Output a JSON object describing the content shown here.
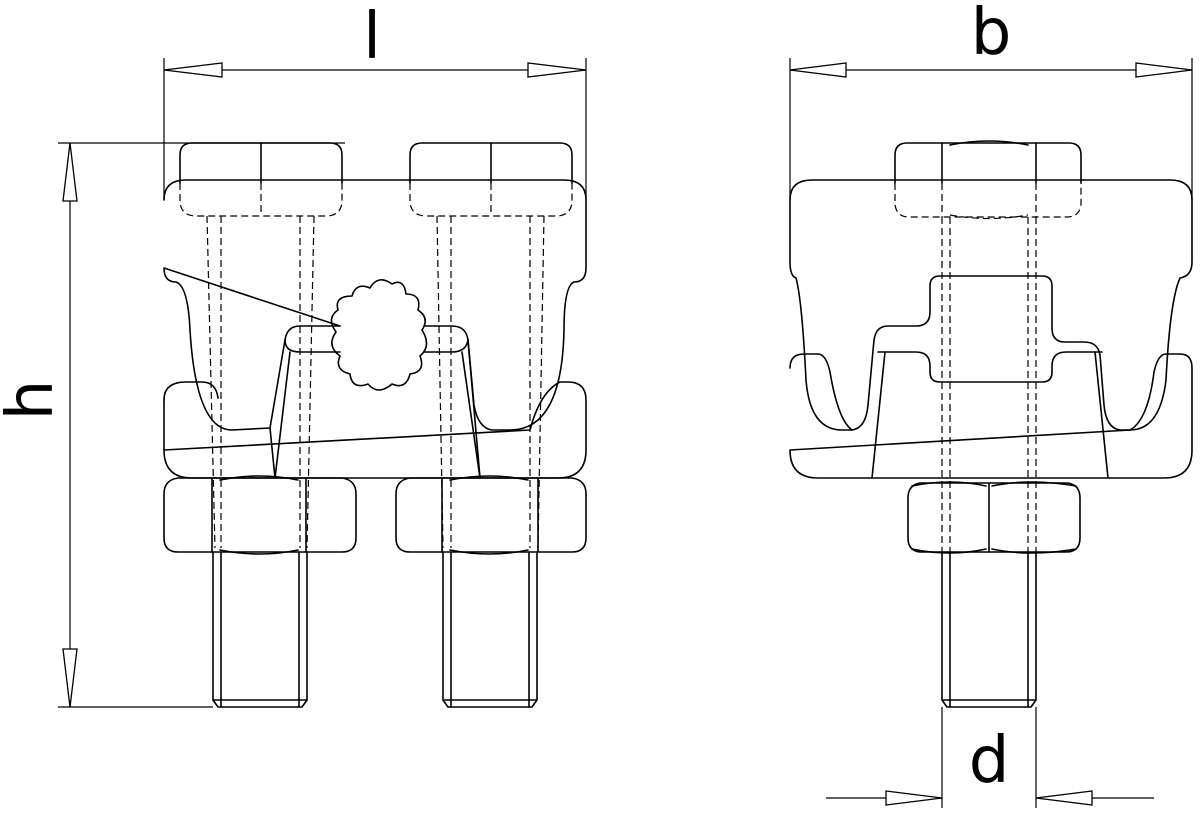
{
  "dimensions": {
    "l": "l",
    "b": "b",
    "h": "h",
    "d": "d"
  },
  "colors": {
    "stroke": "#000000",
    "background": "#ffffff"
  }
}
